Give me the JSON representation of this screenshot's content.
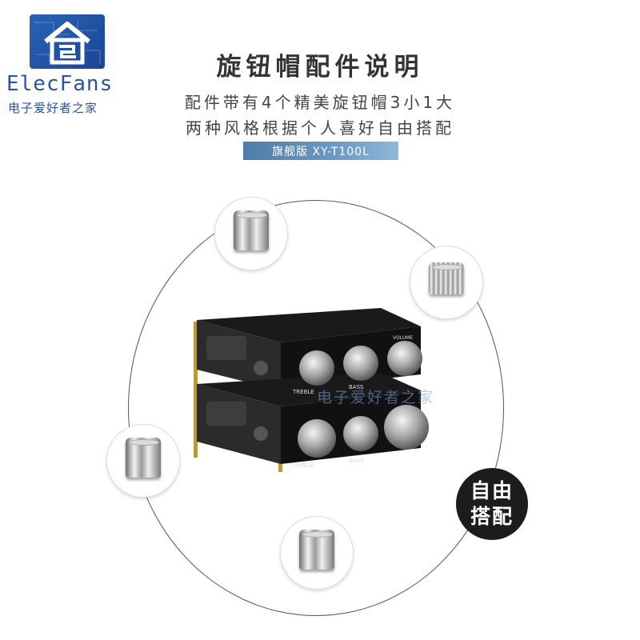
{
  "logo": {
    "name": "ElecFans",
    "subtitle": "电子爱好者之家",
    "icon": "house-logo-icon",
    "color": "#2a55a5"
  },
  "header": {
    "title": "旋钮帽配件说明",
    "line1": "配件带有4个精美旋钮帽3小1大",
    "line2": "两种风格根据个人喜好自由搭配",
    "badge": "旗舰版 XY-T100L"
  },
  "board": {
    "knob_labels": [
      "TREBLE",
      "BASS",
      "VOLUME"
    ]
  },
  "free_match": {
    "line1": "自由",
    "line2": "搭配"
  },
  "watermark": {
    "text": "电子爱好者之家"
  },
  "colors": {
    "accent": "#5a8ab8",
    "badge_text": "#ffffff",
    "dark_circle": "#1c1c1c"
  }
}
